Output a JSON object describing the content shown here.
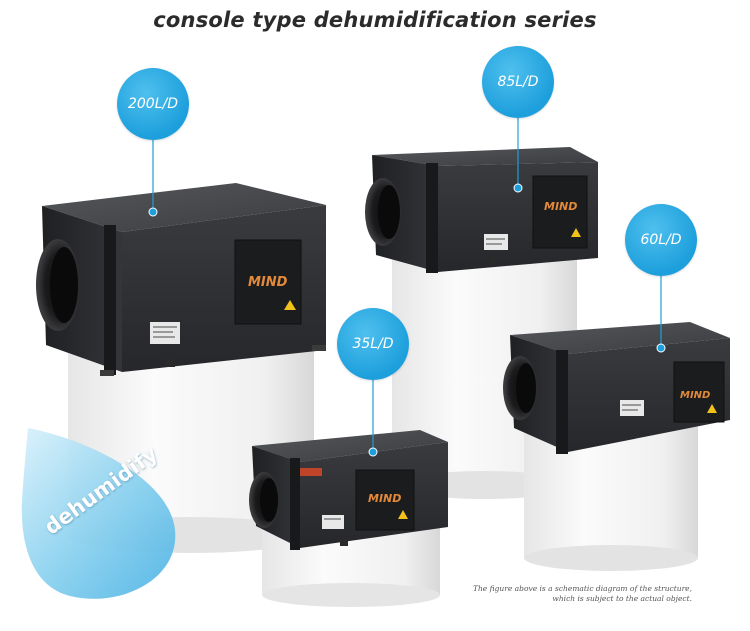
{
  "title": "console type dehumidification series",
  "bubbles": {
    "b200": "200L/D",
    "b85": "85L/D",
    "b60": "60L/D",
    "b35": "35L/D"
  },
  "brand": "MIND",
  "drop_text": "dehumidify",
  "caption": {
    "line1": "The figure above is a schematic diagram of the structure,",
    "line2": "which is subject to the actual object."
  },
  "colors": {
    "bubble_blue": "#1d9fdc",
    "body_dark": "#2b2c2e",
    "pedestal_white": "#f4f4f4"
  }
}
